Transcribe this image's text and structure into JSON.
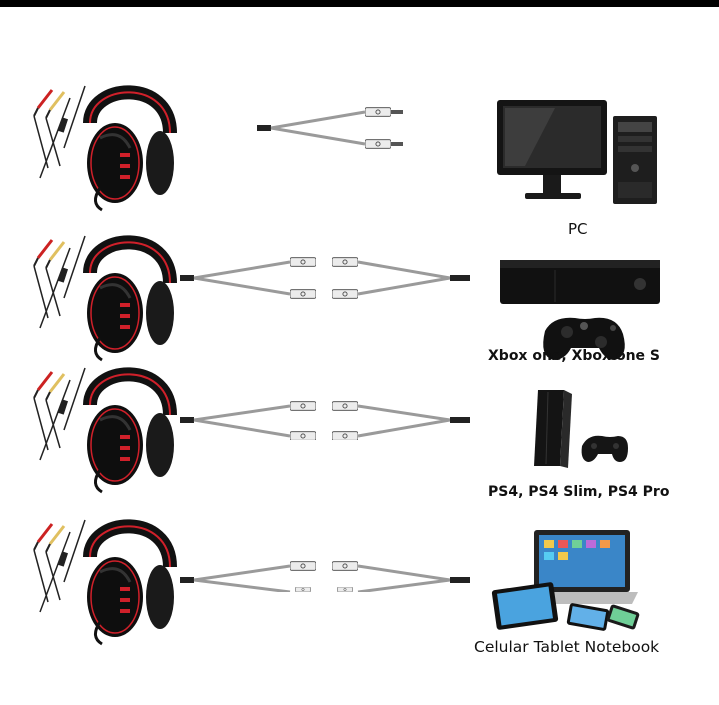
{
  "devices": [
    {
      "label": "PC",
      "icon": "pc-icon"
    },
    {
      "label": "Xbox one, Xbox one S",
      "icon": "xbox-console-icon"
    },
    {
      "label": "PS4, PS4 Slim, PS4 Pro",
      "icon": "ps4-console-icon"
    },
    {
      "label": "Celular Tablet Notebook",
      "icon": "mobile-devices-icon"
    }
  ],
  "colors": {
    "headset_black": "#111111",
    "headset_red": "#d0202a",
    "cable_grey": "#9a9a9a",
    "plug_red": "#cc2222",
    "plug_white": "#e8e8e8",
    "frame": "#000000"
  }
}
